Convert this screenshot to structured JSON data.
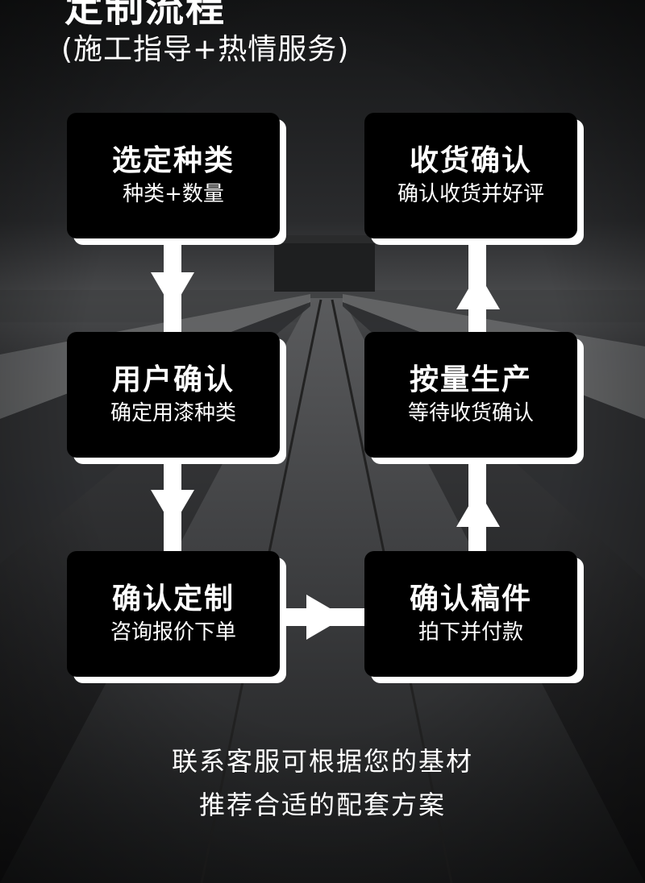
{
  "header": {
    "title": "定制流程",
    "subtitle": "(施工指导+热情服务)"
  },
  "steps": [
    {
      "title": "选定种类",
      "subtitle": "种类+数量"
    },
    {
      "title": "用户确认",
      "subtitle": "确定用漆种类"
    },
    {
      "title": "确认定制",
      "subtitle": "咨询报价下单"
    },
    {
      "title": "确认稿件",
      "subtitle": "拍下并付款"
    },
    {
      "title": "按量生产",
      "subtitle": "等待收货确认"
    },
    {
      "title": "收货确认",
      "subtitle": "确认收货并好评"
    }
  ],
  "footer": {
    "line1": "联系客服可根据您的基材",
    "line2": "推荐合适的配套方案"
  },
  "colors": {
    "card_bg": "#000000",
    "card_shadow": "#ffffff",
    "text": "#ffffff",
    "background": "#1b1c1e"
  }
}
